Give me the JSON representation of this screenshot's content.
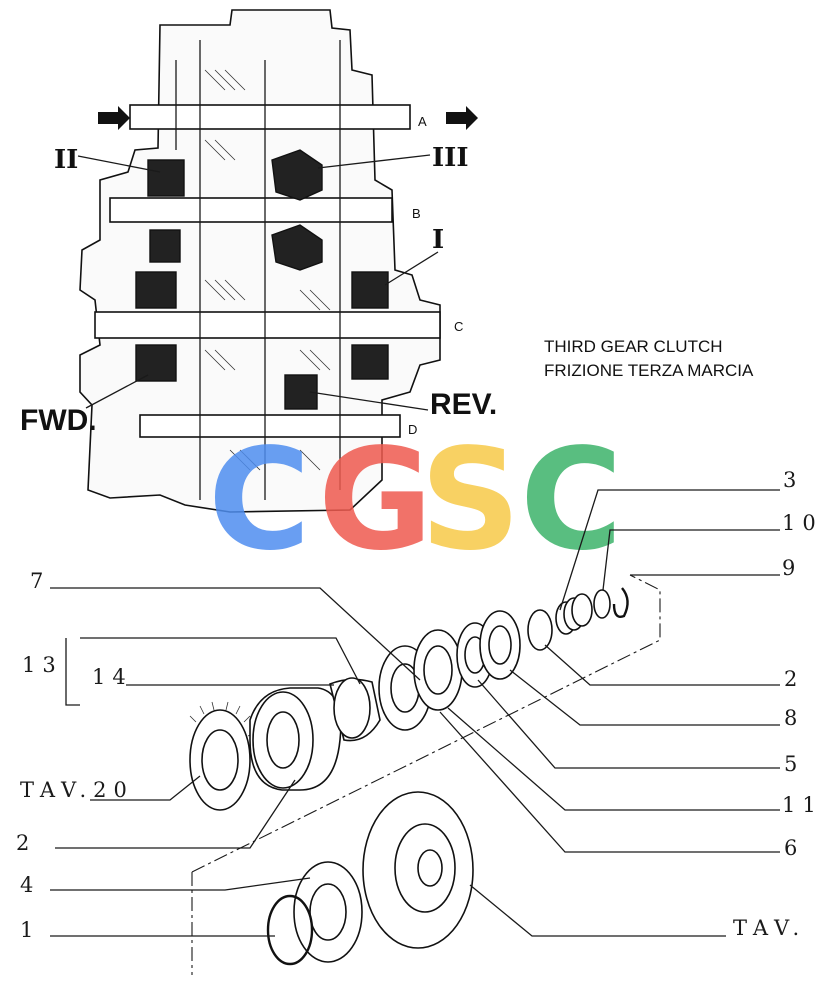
{
  "caption": {
    "line1": "THIRD GEAR CLUTCH",
    "line2": "FRIZIONE TERZA MARCIA"
  },
  "section": {
    "shaft_a": "A",
    "shaft_b": "B",
    "shaft_c": "C",
    "shaft_d": "D",
    "gear_2": "II",
    "gear_3": "III",
    "gear_1": "I",
    "fwd": "FWD.",
    "rev": "REV."
  },
  "callouts": {
    "p3": "3",
    "p10": "10",
    "p9": "9",
    "p7": "7",
    "p2a": "2",
    "p8": "8",
    "p13": "13",
    "p14": "14",
    "p5": "5",
    "tav20": "TAV.20",
    "p11": "11",
    "p2b": "2",
    "p6": "6",
    "p4": "4",
    "p1": "1",
    "tav": "TAV."
  },
  "watermark": {
    "letters": [
      "C",
      "G",
      "S",
      "C"
    ],
    "colors": [
      "#4f8ef0",
      "#ef5a4f",
      "#f7c948",
      "#3db36b"
    ]
  }
}
